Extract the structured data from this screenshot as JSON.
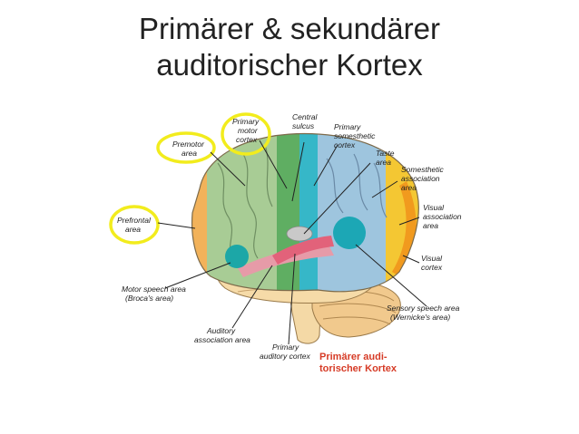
{
  "slide": {
    "title_line1": "Primärer & sekundärer",
    "title_line2": "auditorischer Kortex"
  },
  "labels": {
    "primary_motor_cortex": [
      "Primary",
      "motor",
      "cortex"
    ],
    "central_sulcus": [
      "Central",
      "sulcus"
    ],
    "primary_somesthetic_cortex": [
      "Primary",
      "somesthetic",
      "cortex"
    ],
    "premotor_area": [
      "Premotor",
      "area"
    ],
    "taste_area": [
      "Taste",
      "area"
    ],
    "somesthetic_association_area": [
      "Somesthetic",
      "association",
      "area"
    ],
    "prefrontal_area": [
      "Prefrontal",
      "area"
    ],
    "visual_association_area": [
      "Visual",
      "association",
      "area"
    ],
    "visual_cortex": [
      "Visual",
      "cortex"
    ],
    "motor_speech_area": [
      "Motor speech area",
      "(Broca's area)"
    ],
    "sensory_speech_area": [
      "Sensory speech area",
      "(Wernicke's area)"
    ],
    "auditory_association_area": [
      "Auditory",
      "association area"
    ],
    "primary_auditory_cortex": [
      "Primary",
      "auditory cortex"
    ],
    "annotation_primary_auditory": [
      "Primärer audi-",
      "torischer Kortex"
    ]
  },
  "colors": {
    "highlight_ring": "#f2ec1d",
    "annotation_red": "#d63b26"
  }
}
